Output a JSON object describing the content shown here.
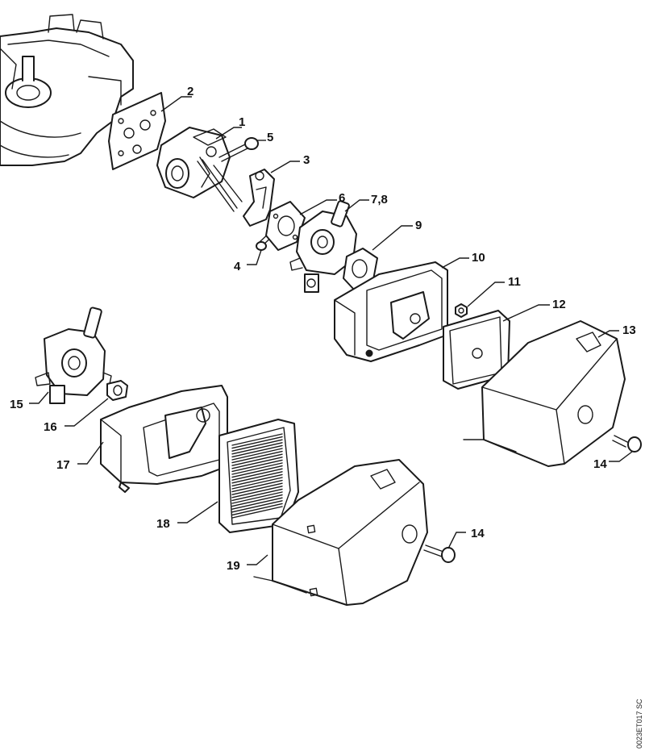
{
  "callouts": {
    "c1": "1",
    "c2": "2",
    "c3": "3",
    "c4": "4",
    "c5": "5",
    "c6": "6",
    "c78": "7,8",
    "c9": "9",
    "c10": "10",
    "c11": "11",
    "c12": "12",
    "c13": "13",
    "c14a": "14",
    "c14b": "14",
    "c15": "15",
    "c16": "16",
    "c17": "17",
    "c18": "18",
    "c19": "19"
  },
  "drawing_ref": "0023ET017 SC"
}
